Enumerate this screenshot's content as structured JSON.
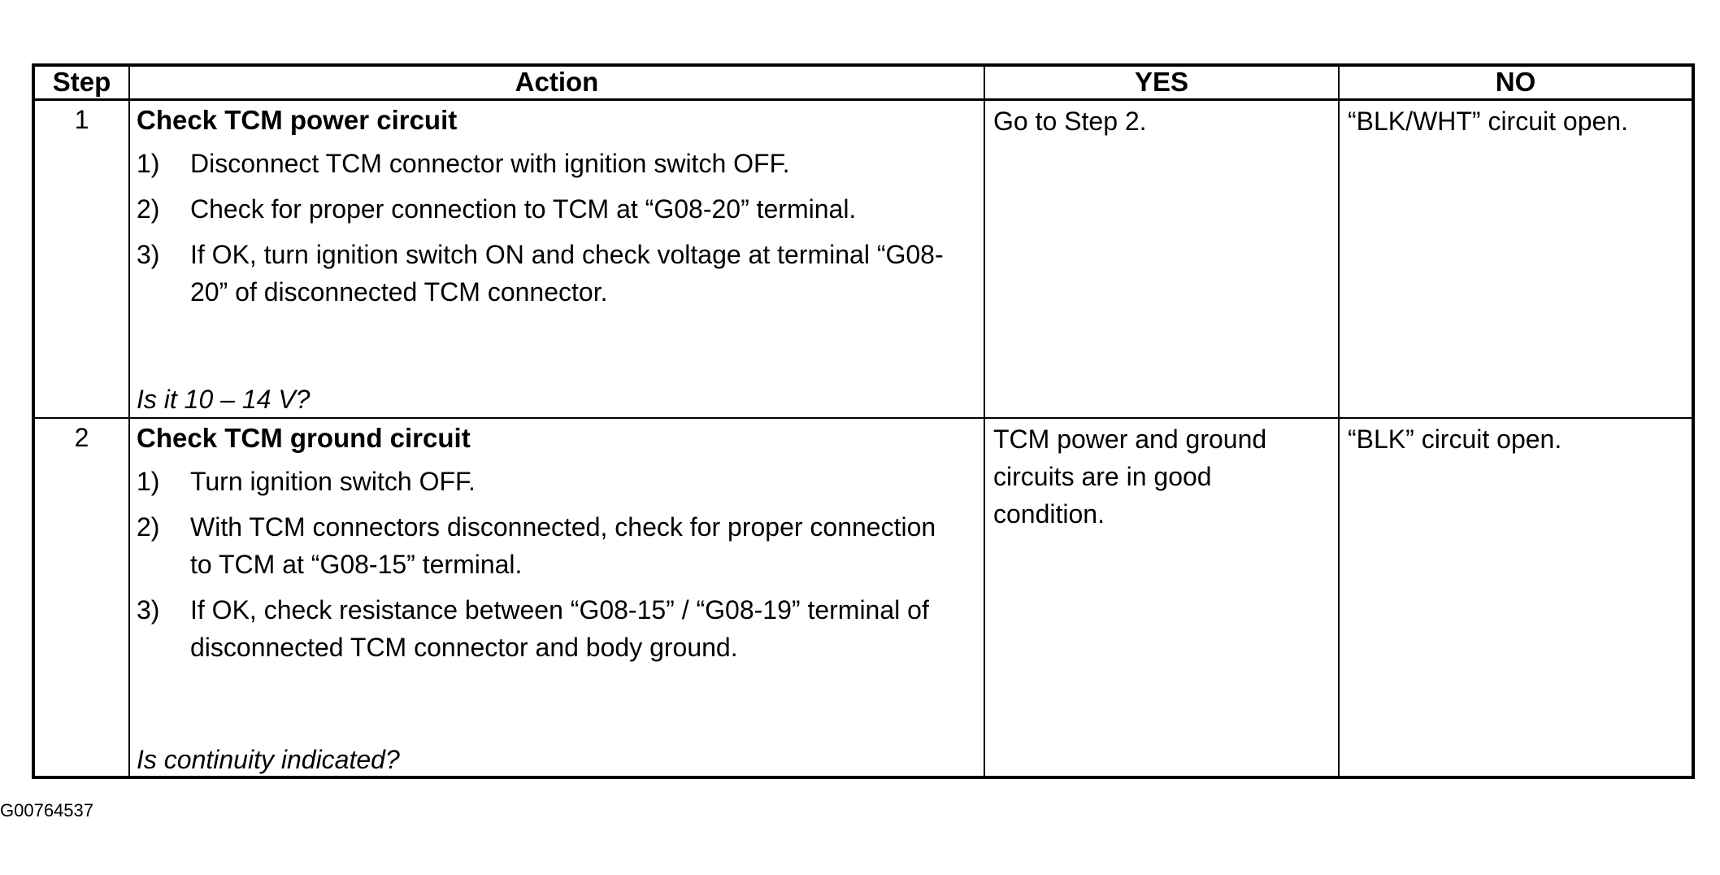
{
  "table": {
    "headers": {
      "step": "Step",
      "action": "Action",
      "yes": "YES",
      "no": "NO"
    },
    "rows": [
      {
        "step": "1",
        "title": "Check TCM power circuit",
        "substeps": [
          {
            "num": "1)",
            "text": "Disconnect TCM connector with ignition switch OFF."
          },
          {
            "num": "2)",
            "text": "Check for proper connection to TCM at “G08-20” terminal."
          },
          {
            "num": "3)",
            "text": "If OK, turn ignition switch ON and check voltage at terminal “G08-20” of disconnected TCM connector."
          }
        ],
        "question": "Is it 10 – 14 V?",
        "yes": "Go to Step 2.",
        "no": "“BLK/WHT” circuit open."
      },
      {
        "step": "2",
        "title": "Check TCM ground circuit",
        "substeps": [
          {
            "num": "1)",
            "text": "Turn ignition switch OFF."
          },
          {
            "num": "2)",
            "text": "With TCM connectors disconnected, check for proper connection to TCM at “G08-15” terminal."
          },
          {
            "num": "3)",
            "text": "If OK, check resistance between “G08-15” / “G08-19” terminal of disconnected TCM connector and body ground."
          }
        ],
        "question": "Is continuity indicated?",
        "yes": "TCM power and ground circuits are in good condition.",
        "no": "“BLK” circuit open."
      }
    ]
  },
  "figure_id": "G00764537"
}
